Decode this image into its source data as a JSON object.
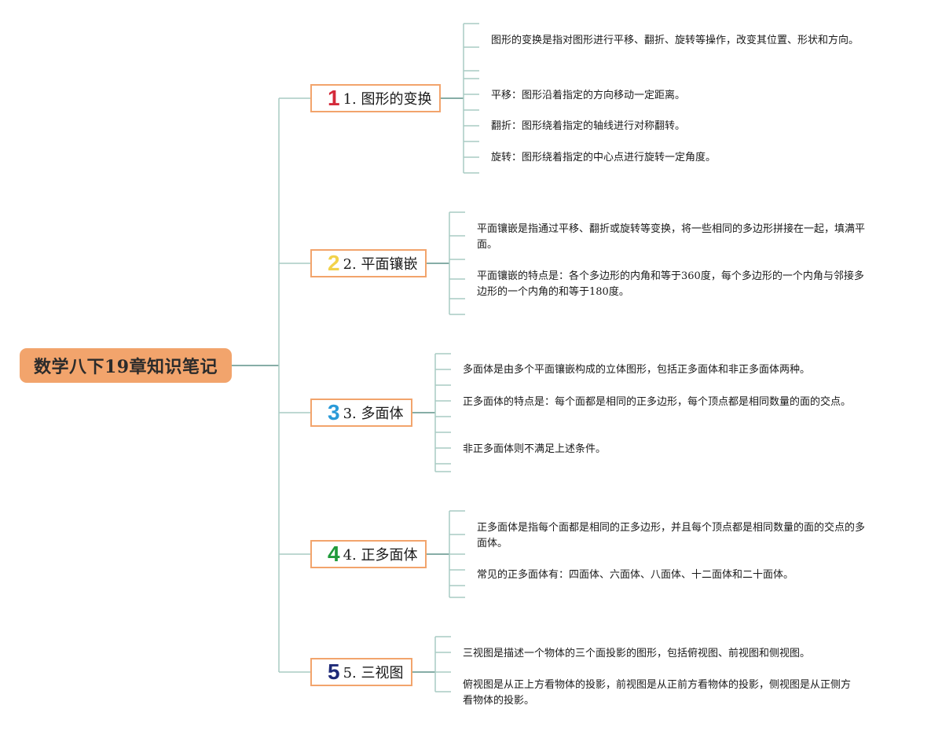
{
  "root": {
    "title": "数学八下19章知识笔记"
  },
  "topics": [
    {
      "number": "1",
      "number_color": "#d42a3a",
      "label": "1. 图形的变换",
      "notes": [
        "图形的变换是指对图形进行平移、翻折、旋转等操作，改变其位置、形状和方向。",
        "平移：图形沿着指定的方向移动一定距离。",
        "翻折：图形绕着指定的轴线进行对称翻转。",
        "旋转：图形绕着指定的中心点进行旋转一定角度。"
      ]
    },
    {
      "number": "2",
      "number_color": "#f2d24a",
      "label": "2. 平面镶嵌",
      "notes": [
        "平面镶嵌是指通过平移、翻折或旋转等变换，将一些相同的多边形拼接在一起，填满平面。",
        "平面镶嵌的特点是：各个多边形的内角和等于360度，每个多边形的一个内角与邻接多边形的一个内角的和等于180度。"
      ]
    },
    {
      "number": "3",
      "number_color": "#2a9ad8",
      "label": "3. 多面体",
      "notes": [
        "多面体是由多个平面镶嵌构成的立体图形，包括正多面体和非正多面体两种。",
        "正多面体的特点是：每个面都是相同的正多边形，每个顶点都是相同数量的面的交点。",
        "非正多面体则不满足上述条件。"
      ]
    },
    {
      "number": "4",
      "number_color": "#1f9a3a",
      "label": "4. 正多面体",
      "notes": [
        "正多面体是指每个面都是相同的正多边形，并且每个顶点都是相同数量的面的交点的多面体。",
        "常见的正多面体有：四面体、六面体、八面体、十二面体和二十面体。"
      ]
    },
    {
      "number": "5",
      "number_color": "#1e2a78",
      "label": "5. 三视图",
      "notes": [
        "三视图是描述一个物体的三个面投影的图形，包括俯视图、前视图和侧视图。",
        "俯视图是从正上方看物体的投影，前视图是从正前方看物体的投影，侧视图是从正侧方看物体的投影。"
      ]
    }
  ],
  "colors": {
    "line": "#5f9288",
    "branch": "#a9cbc4",
    "node_border": "#f2a46c",
    "root_fill": "#f2a46c"
  }
}
